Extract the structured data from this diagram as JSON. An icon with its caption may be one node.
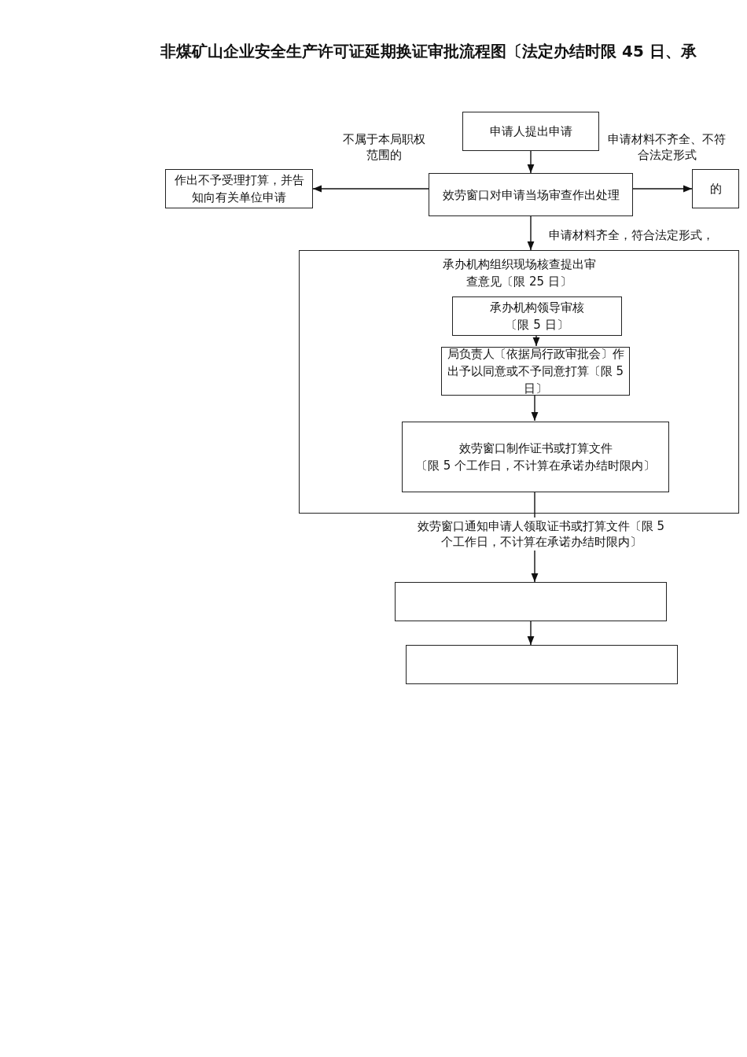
{
  "diagram": {
    "title": "非煤矿山企业安全生产许可证延期换证审批流程图〔法定办结时限 45 日、承",
    "nodes": [
      {
        "text": [
          "申请人提出申请"
        ]
      },
      {
        "text": [
          "效劳窗口对申请当场审查作出处理"
        ]
      },
      {
        "text": [
          "作出不予受理打算，并告知向有关单位申请"
        ]
      },
      {
        "text": [
          "的"
        ]
      },
      {
        "text": [
          "承办机构组织现场核查提出审查意见〔限 25 日〕"
        ]
      },
      {
        "text": [
          "承办机构领导审核",
          "〔限 5 日〕"
        ],
        "in": 4
      },
      {
        "text": [
          "局负责人〔依据局行政审批会〕作出予以同意或不予同意打算〔限 5 日〕"
        ],
        "in": 4
      },
      {
        "text": [
          "效劳窗口制作证书或打算文件",
          "〔限 5 个工作日，不计算在承诺办结时限内〕"
        ],
        "in": 4
      },
      {
        "text": [],
        "shape": "box"
      },
      {
        "text": [],
        "shape": "box"
      }
    ],
    "edges": [
      {
        "from": 0,
        "to": 1,
        "arrow": "to"
      },
      {
        "from": 1,
        "to": 2,
        "arrow": "to",
        "label": "不属于本局职权范围的"
      },
      {
        "from": 1,
        "to": 3,
        "arrow": "to",
        "label": "申请材料不齐全、不符合法定形式"
      },
      {
        "from": 1,
        "to": 4,
        "arrow": "to",
        "label": "申请材料齐全，符合法定形式，"
      },
      {
        "from": 5,
        "to": 6,
        "arrow": "to"
      },
      {
        "from": 6,
        "to": 7,
        "arrow": "to"
      },
      {
        "from": 7,
        "to": 8,
        "arrow": "to",
        "label": "效劳窗口通知申请人领取证书或打算文件〔限 5 个工作日，不计算在承诺办结时限内〕"
      },
      {
        "from": 8,
        "to": 9,
        "arrow": "to"
      }
    ]
  }
}
